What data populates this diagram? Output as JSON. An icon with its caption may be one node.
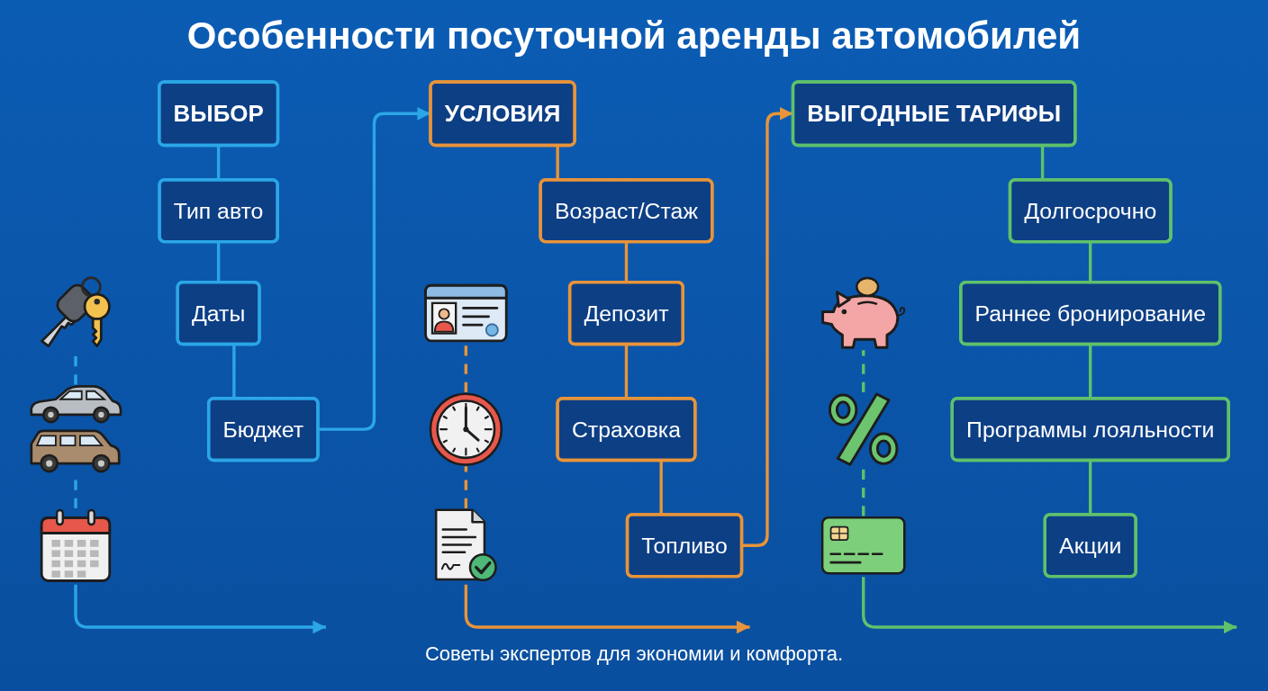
{
  "diagram": {
    "title": "Особенности посуточной аренды автомобилей",
    "caption": "Советы экспертов для экономии и комфорта.",
    "nodes": [
      {
        "text": [
          "ВЫБОР"
        ]
      },
      {
        "text": [],
        "shape": "picture"
      },
      {
        "text": [
          "Тип авто"
        ]
      },
      {
        "text": [],
        "shape": "picture"
      },
      {
        "text": [
          "Даты"
        ]
      },
      {
        "text": [],
        "shape": "picture"
      },
      {
        "text": [
          "Бюджет"
        ]
      },
      {
        "text": [
          "УСЛОВИЯ"
        ]
      },
      {
        "text": [],
        "shape": "picture"
      },
      {
        "text": [
          "Возраст/Стаж"
        ]
      },
      {
        "text": [],
        "shape": "picture"
      },
      {
        "text": [
          "Депозит"
        ]
      },
      {
        "text": [
          "Страховка"
        ]
      },
      {
        "text": [],
        "shape": "picture"
      },
      {
        "text": [
          "Топливо"
        ]
      },
      {
        "text": [
          "ВЫГОДНЫЕ ТАРИФЫ"
        ]
      },
      {
        "text": [],
        "shape": "picture"
      },
      {
        "text": [
          "Долгосрочно"
        ]
      },
      {
        "text": [],
        "shape": "picture"
      },
      {
        "text": [
          "Раннее бронирование"
        ]
      },
      {
        "text": [
          "Программы лояльности"
        ]
      },
      {
        "text": [],
        "shape": "picture"
      },
      {
        "text": [
          "Акции"
        ]
      }
    ],
    "edges": [
      {
        "from": 2,
        "to": 0,
        "arrow": "none",
        "color": "#2ba6e6"
      },
      {
        "from": 4,
        "to": 2,
        "arrow": "none",
        "color": "#2ba6e6"
      },
      {
        "from": 6,
        "to": 4,
        "arrow": "none",
        "color": "#2ba6e6"
      },
      {
        "from": 3,
        "to": 1,
        "arrow": "none",
        "style": "dashed",
        "color": "#2ba6e6"
      },
      {
        "from": 5,
        "to": 3,
        "arrow": "none",
        "style": "dashed",
        "color": "#2ba6e6"
      },
      {
        "from": 5,
        "to": null,
        "arrow": "to",
        "color": "#2ba6e6"
      },
      {
        "from": 6,
        "to": 7,
        "arrow": "to",
        "color": "#2ba6e6"
      },
      {
        "from": 9,
        "to": 7,
        "arrow": "none",
        "color": "#e8943a"
      },
      {
        "from": 11,
        "to": 9,
        "arrow": "none",
        "color": "#e8943a"
      },
      {
        "from": 12,
        "to": 11,
        "arrow": "none",
        "color": "#e8943a"
      },
      {
        "from": 14,
        "to": 12,
        "arrow": "none",
        "color": "#e8943a"
      },
      {
        "from": 10,
        "to": 8,
        "arrow": "none",
        "style": "dashed",
        "color": "#e8943a"
      },
      {
        "from": 13,
        "to": 10,
        "arrow": "none",
        "style": "dashed",
        "color": "#e8943a"
      },
      {
        "from": 13,
        "to": null,
        "arrow": "to",
        "color": "#e8943a"
      },
      {
        "from": 14,
        "to": 15,
        "arrow": "to",
        "color": "#e8943a"
      },
      {
        "from": 17,
        "to": 15,
        "arrow": "none",
        "color": "#5fc16b"
      },
      {
        "from": 19,
        "to": 17,
        "arrow": "none",
        "color": "#5fc16b"
      },
      {
        "from": 20,
        "to": 19,
        "arrow": "none",
        "color": "#5fc16b"
      },
      {
        "from": 22,
        "to": 20,
        "arrow": "none",
        "color": "#5fc16b"
      },
      {
        "from": 18,
        "to": 16,
        "arrow": "none",
        "style": "dashed",
        "color": "#5fc16b"
      },
      {
        "from": 21,
        "to": 18,
        "arrow": "none",
        "style": "dashed",
        "color": "#5fc16b"
      },
      {
        "from": 21,
        "to": null,
        "arrow": "to",
        "color": "#5fc16b"
      }
    ]
  }
}
